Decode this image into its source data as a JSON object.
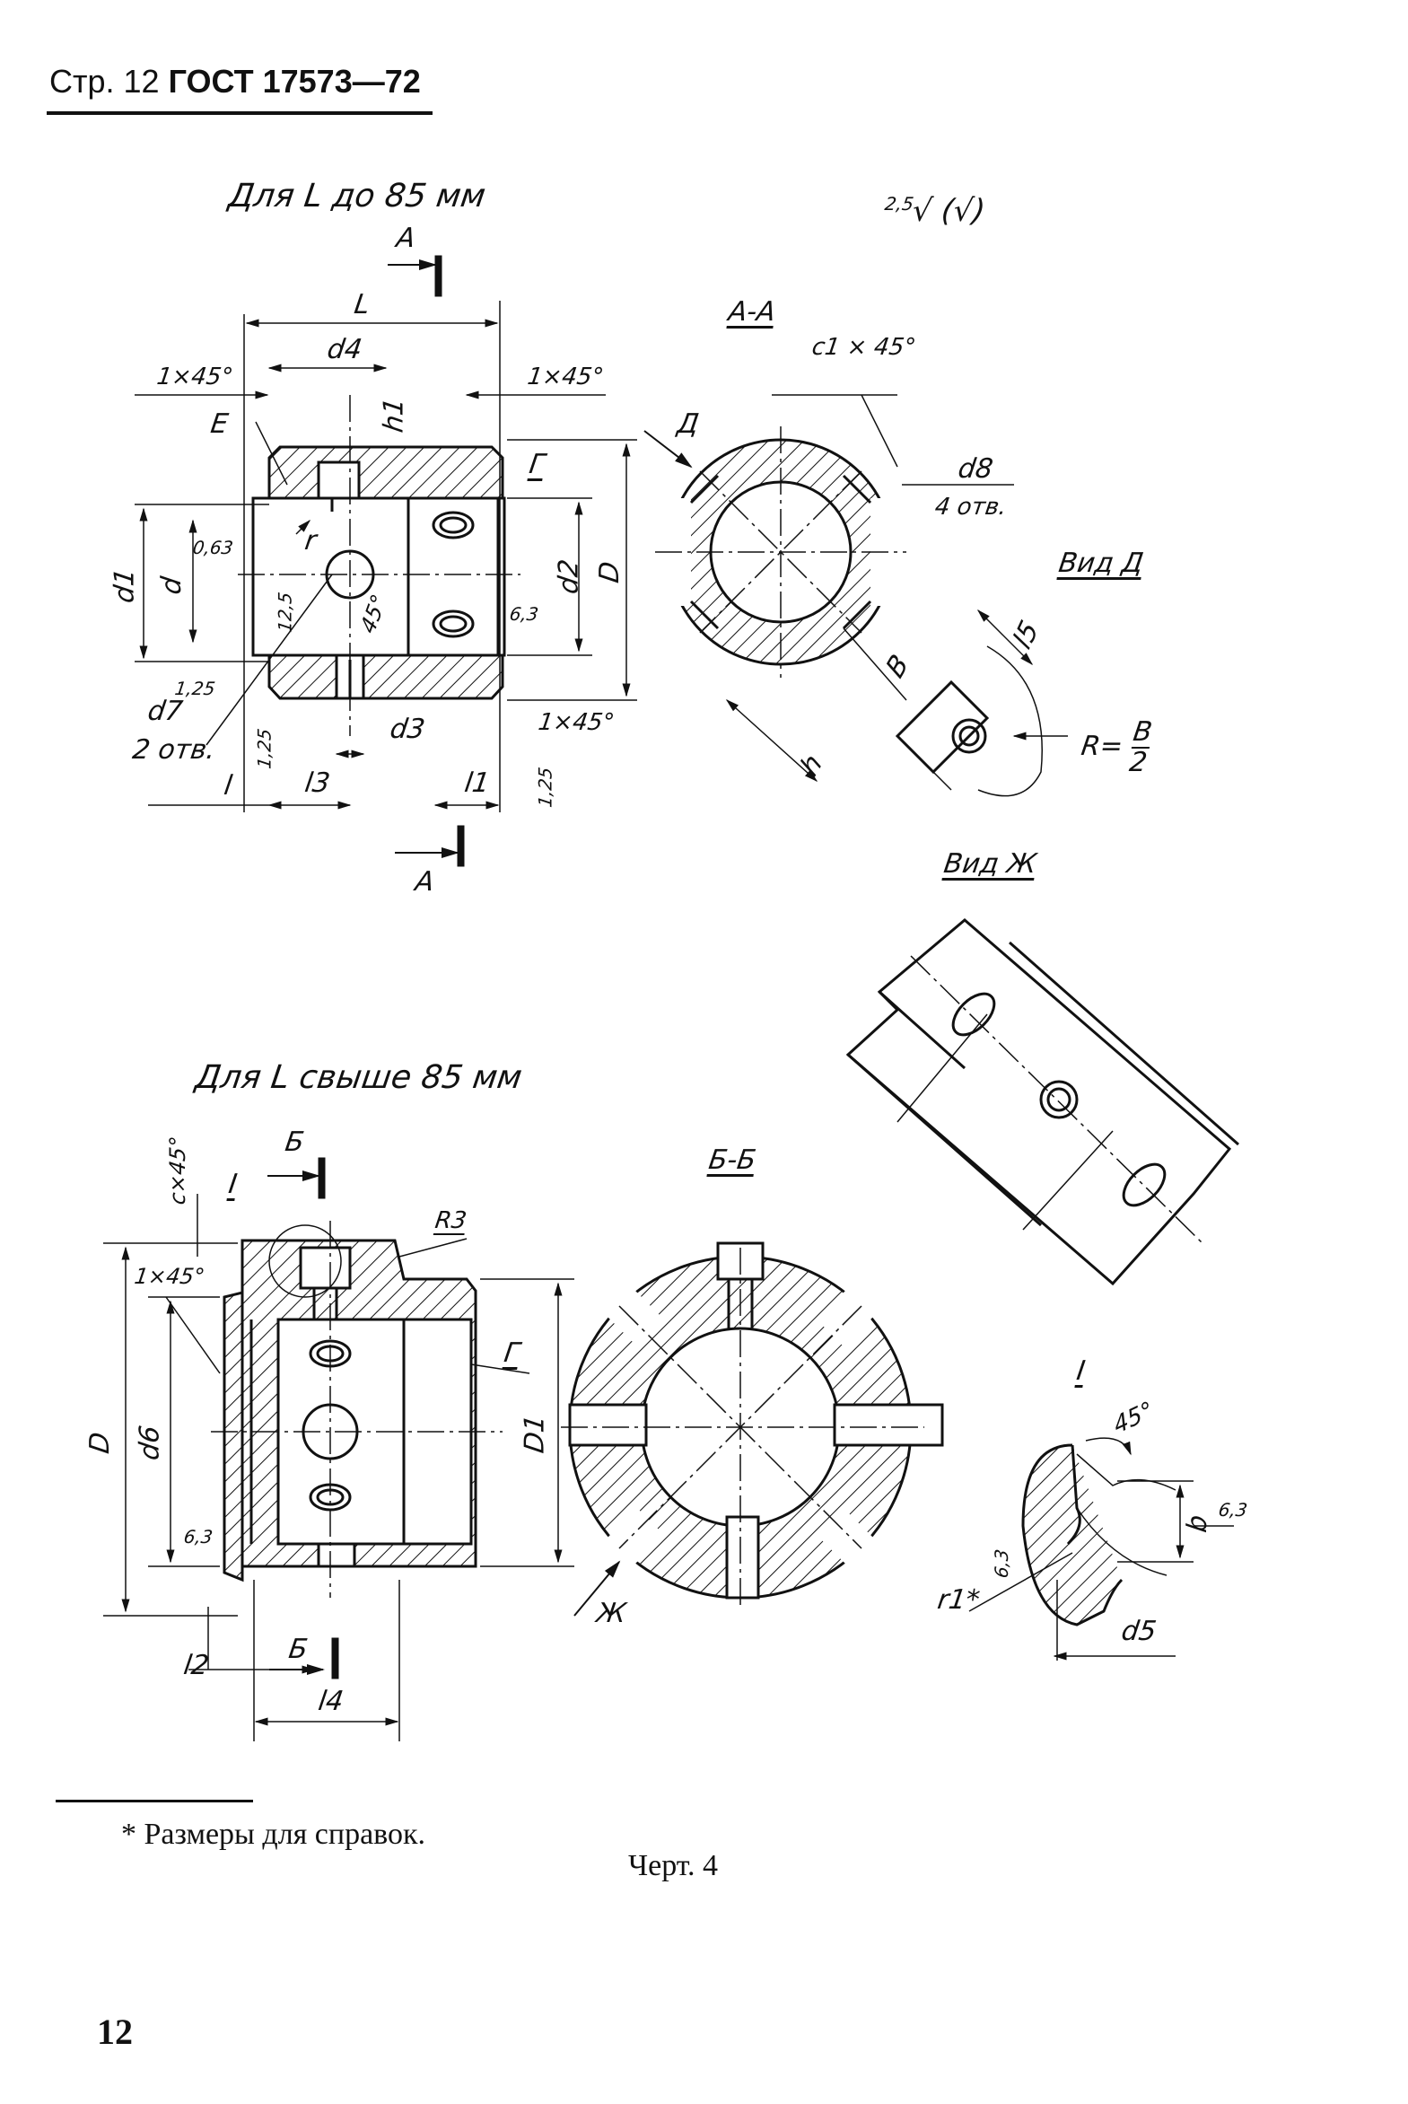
{
  "header": {
    "page": "Стр. 12",
    "standard": "ГОСТ 17573—72"
  },
  "roughness_general": {
    "value": "2,5",
    "bracket": "(√)"
  },
  "top_view": {
    "title": "Для L до 85 мм",
    "section_mark": "А",
    "labels": {
      "L": "L",
      "d4": "d4",
      "h1": "h1",
      "cham_left": "1×45°",
      "cham_right": "1×45°",
      "E": "Е",
      "G": "Г",
      "r": "r",
      "d1": "d1",
      "d": "d",
      "d2": "d2",
      "D": "D",
      "ra063": "0,63",
      "ra125a": "12,5",
      "angle45": "45°",
      "ra63": "6,3",
      "ra125b": "1,25",
      "d7": "d7",
      "d7_holes": "2 отв.",
      "ra125c": "1,25",
      "d3": "d3",
      "cham_bottom": "1×45°",
      "l": "l",
      "l3": "l3",
      "l1": "l1",
      "ra125d": "1,25"
    }
  },
  "section_aa": {
    "title": "А-А",
    "c1": "c1 × 45°",
    "D_arrow": "Д",
    "d8": "d8",
    "d8_holes": "4 отв.",
    "B": "B",
    "h": "h"
  },
  "view_d": {
    "title": "Вид Д",
    "l5": "l5",
    "R": "R=",
    "R_num": "B",
    "R_den": "2"
  },
  "view_zh": {
    "title": "Вид Ж"
  },
  "bottom_view": {
    "title": "Для L свыше 85 мм",
    "section_mark": "Б",
    "labels": {
      "c": "c×45°",
      "I": "I",
      "R3": "R3",
      "cham": "1×45°",
      "G": "Г",
      "D": "D",
      "d6": "d6",
      "D1": "D1",
      "ra63": "6,3",
      "l2": "l2",
      "l4": "l4"
    }
  },
  "section_bb": {
    "title": "Б-Б",
    "ZH": "Ж"
  },
  "detail_i": {
    "title": "I",
    "angle": "45°",
    "b": "b",
    "ra63a": "6,3",
    "r1": "r1*",
    "ra63b": "6,3",
    "d5": "d5"
  },
  "footnote": "* Размеры для справок.",
  "figure_caption": "Черт. 4",
  "page_number": "12"
}
